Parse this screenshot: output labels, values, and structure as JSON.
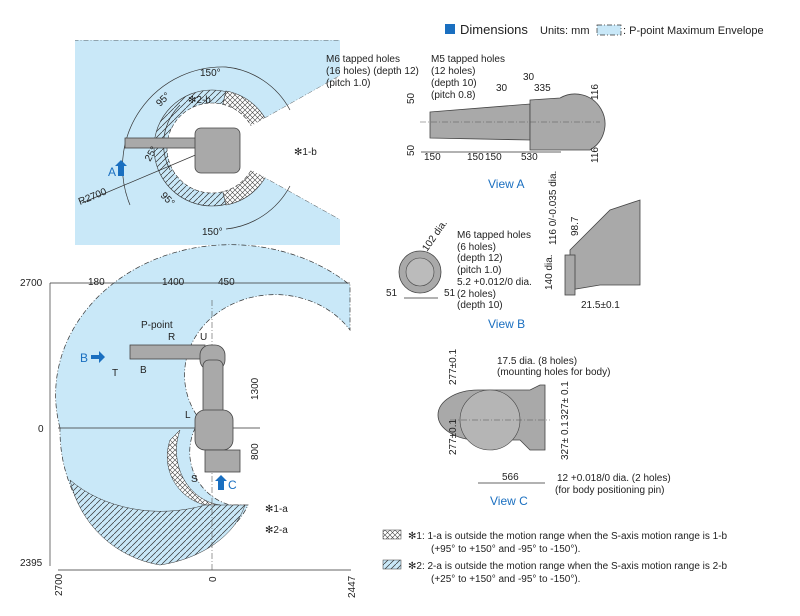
{
  "legend": {
    "dimensions_label": "Dimensions",
    "units_label": "Units: mm",
    "envelope_label": ": P-point Maximum Envelope",
    "accent_color": "#1a6fc0",
    "envelope_color": "#c9e8f8"
  },
  "top_view": {
    "angle_150_top": "150°",
    "angle_95_top": "95°",
    "angle_25": "25°",
    "angle_95_bottom": "95°",
    "angle_150_bottom": "150°",
    "note_2b": "✻2-b",
    "note_1b": "✻1-b",
    "radius": "R2700",
    "view_a_marker": "A"
  },
  "view_a": {
    "title": "View A",
    "m6_note": [
      "M6 tapped holes",
      "(16 holes) (depth 12)",
      "(pitch 1.0)"
    ],
    "m5_note": [
      "M5 tapped holes",
      "(12 holes)",
      "(depth 10)",
      "(pitch 0.8)"
    ],
    "dims": {
      "d30a": "30",
      "d30b": "30",
      "d335": "335",
      "d50a": "50",
      "d50b": "50",
      "d116a": "116",
      "d116b": "116",
      "d150a": "150",
      "d150b": "150",
      "d150c": "150",
      "d530": "530"
    }
  },
  "view_b": {
    "title": "View B",
    "d102": "102 dia.",
    "m6_note": [
      "M6 tapped holes",
      "(6 holes)",
      "(depth 12)",
      "(pitch 1.0)"
    ],
    "pin_note": [
      "5.2 +0.012/0 dia.",
      "(2 holes)",
      "(depth 10)"
    ],
    "d51a": "51",
    "d51b": "51",
    "d116": "116 0/-0.035 dia.",
    "d98_7": "98.7",
    "d140": "140 dia.",
    "d21_5": "21.5±0.1"
  },
  "view_c": {
    "title": "View C",
    "holes_note": [
      "17.5 dia. (8 holes)",
      "(mounting holes for body)"
    ],
    "pin_note": [
      "12 +0.018/0 dia. (2 holes)",
      "(for body positioning pin)"
    ],
    "d277a": "277±0.1",
    "d277b": "277±0.1",
    "d327a": "327± 0.1",
    "d327b": "327± 0.1",
    "d566": "566"
  },
  "side_view": {
    "y2700": "2700",
    "y0": "0",
    "y2395": "2395",
    "x2700": "2700",
    "x0": "0",
    "x2447": "2447",
    "d180": "180",
    "d1400": "1400",
    "d450": "450",
    "d1300": "1300",
    "d800": "800",
    "p_point": "P-point",
    "axis_r": "R",
    "axis_u": "U",
    "axis_t": "T",
    "axis_b": "B",
    "axis_l": "L",
    "axis_s": "S",
    "marker_b": "B",
    "marker_c": "C",
    "note_1a": "✻1-a",
    "note_2a": "✻2-a"
  },
  "notes": [
    {
      "line1": "✻1: 1-a is outside the motion range when the S-axis motion range is 1-b",
      "line2": "(+95° to +150° and -95° to -150°)."
    },
    {
      "line1": "✻2: 2-a is outside the motion range when the S-axis motion range is 2-b",
      "line2": "(+25° to +150° and -95° to -150°)."
    }
  ]
}
